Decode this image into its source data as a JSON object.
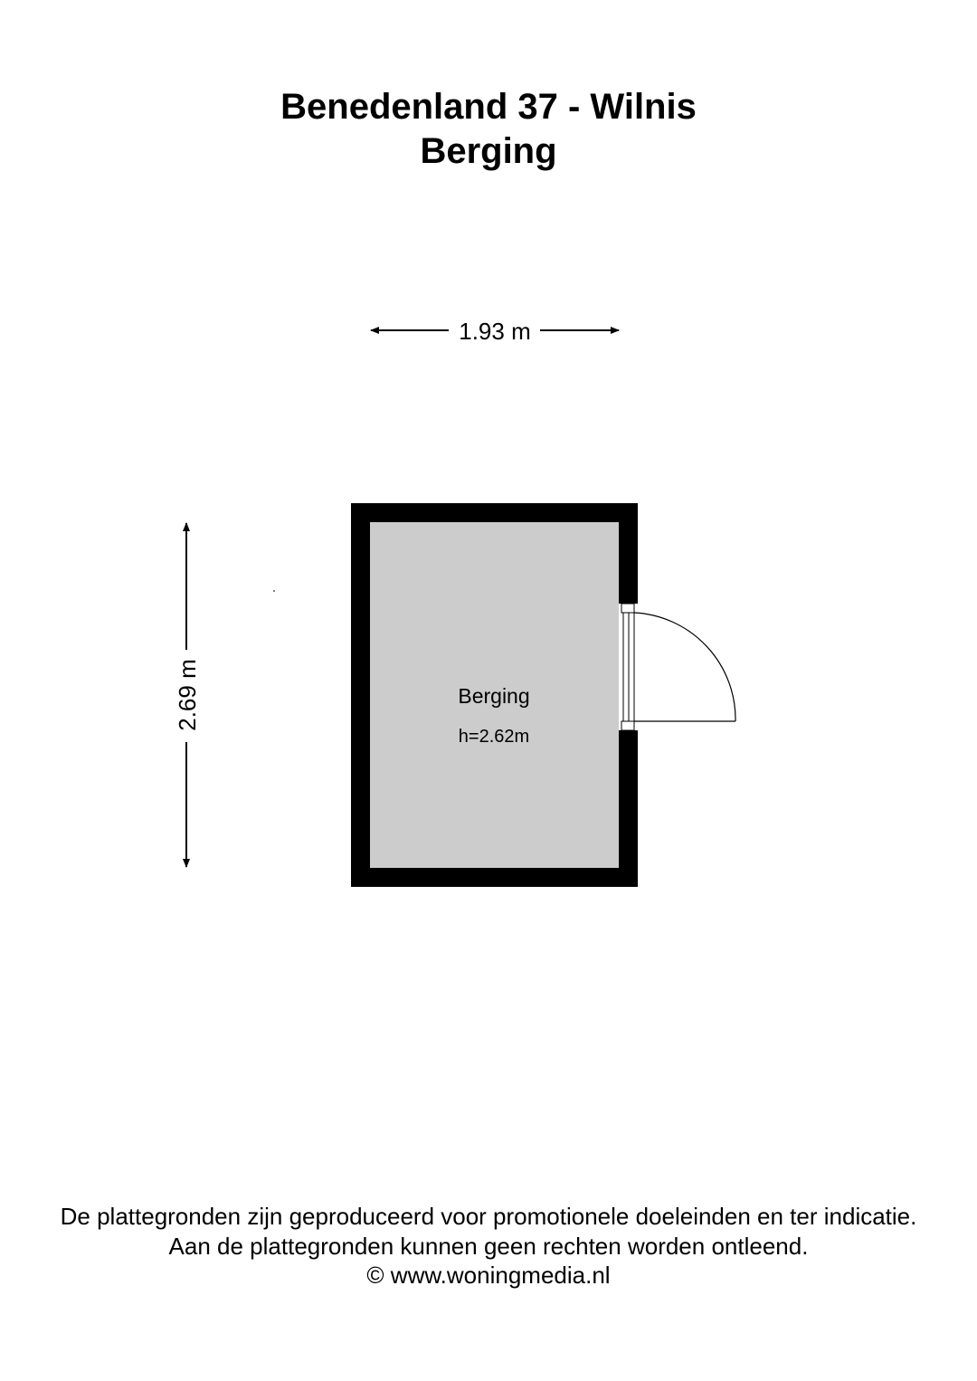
{
  "title": {
    "line1": "Benedenland 37 - Wilnis",
    "line2": "Berging"
  },
  "dimensions": {
    "width": "1.93 m",
    "height": "2.69 m"
  },
  "room": {
    "name": "Berging",
    "height_label": "h=2.62m",
    "fill_color": "#cccccc",
    "wall_color": "#000000"
  },
  "disclaimer": {
    "line1": "De plattegronden zijn geproduceerd voor promotionele doeleinden en ter indicatie.",
    "line2": "Aan de plattegronden kunnen geen rechten worden ontleend.",
    "line3": "© www.woningmedia.nl"
  }
}
